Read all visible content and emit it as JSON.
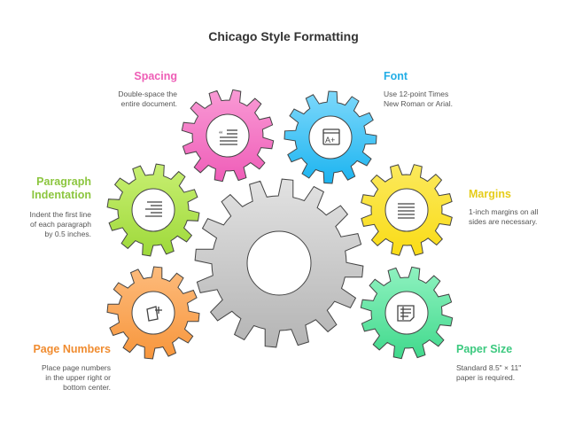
{
  "title": "Chicago Style Formatting",
  "items": [
    {
      "key": "spacing",
      "title": "Spacing",
      "desc1": "Double-space the",
      "desc2": "entire document.",
      "color": "#ee5eb6",
      "icon": "quote-lines-icon"
    },
    {
      "key": "font",
      "title": "Font",
      "desc1": "Use 12-point Times",
      "desc2": "New Roman or Arial.",
      "color": "#23aee6",
      "icon": "font-size-icon"
    },
    {
      "key": "paragraph",
      "title1": "Paragraph",
      "title2": "Indentation",
      "desc1": "Indent the first line",
      "desc2": "of each paragraph",
      "desc3": "by 0.5 inches.",
      "color": "#8cc63f",
      "icon": "indent-icon"
    },
    {
      "key": "margins",
      "title": "Margins",
      "desc1": "1-inch margins on all",
      "desc2": "sides are necessary.",
      "color": "#e6cc1a",
      "icon": "align-lines-icon"
    },
    {
      "key": "page",
      "title": "Page Numbers",
      "desc1": "Place page numbers",
      "desc2": "in the upper right or",
      "desc3": "bottom center.",
      "color": "#f08c30",
      "icon": "page-add-icon"
    },
    {
      "key": "paper",
      "title": "Paper Size",
      "desc1": "Standard 8.5\" × 11\"",
      "desc2": "paper is required.",
      "color": "#3cc97f",
      "icon": "document-icon"
    }
  ]
}
